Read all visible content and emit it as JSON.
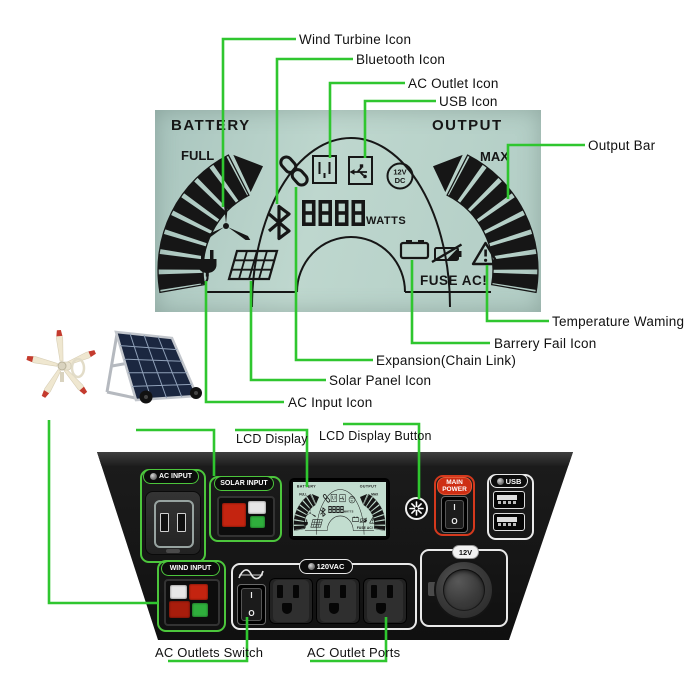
{
  "callouts": {
    "wind_turbine": "Wind Turbine Icon",
    "bluetooth": "Bluetooth Icon",
    "ac_outlet": "AC Outlet Icon",
    "usb": "USB Icon",
    "output_bar": "Output Bar",
    "temperature": "Temperature Waming",
    "battery_fail": "Barrery Fail Icon",
    "expansion": "Expansion(Chain Link)",
    "solar_panel": "Solar Panel Icon",
    "ac_input": "AC Input Icon",
    "lcd_display": "LCD Display",
    "lcd_button": "LCD Display Button",
    "ac_outlets_switch": "AC Outlets Switch",
    "ac_outlet_ports": "AC Outlet Ports"
  },
  "lcd": {
    "battery": "BATTERY",
    "output": "OUTPUT",
    "full": "FULL",
    "max": "MAX",
    "watts_value": "8888",
    "watts_unit": "WATTS",
    "fuse": "FUSE AC!",
    "dc12_line1": "12V",
    "dc12_line2": "DC",
    "left_segments": 8,
    "right_segments": 8
  },
  "panel": {
    "ac_input": "AC INPUT",
    "solar_input": "SOLAR INPUT",
    "wind_input": "WIND INPUT",
    "main_power_line1": "MAIN",
    "main_power_line2": "POWER",
    "usb": "USB",
    "vac": "120VAC",
    "dc12": "12V",
    "switch_on": "I",
    "switch_off": "O"
  },
  "colors": {
    "leader_green": "#2fc62f",
    "lcd_ink": "#161616",
    "lcd_bg": "#b6cfc8",
    "panel_black": "#161616",
    "outline_green": "#4cc63c",
    "outline_red": "#d5391d",
    "connector_red": "#c42410",
    "connector_green": "#2fae3c"
  }
}
